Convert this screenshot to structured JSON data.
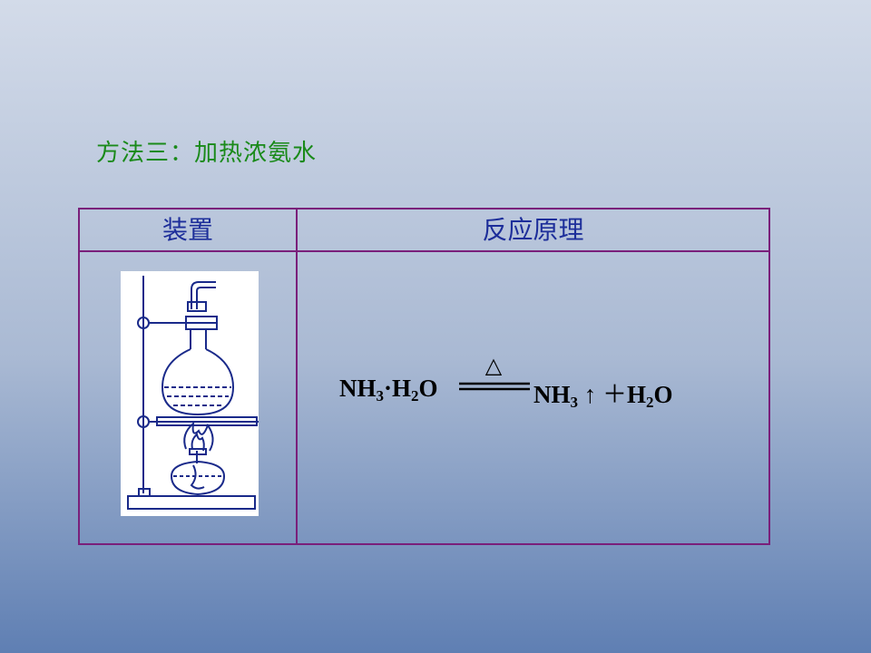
{
  "slide": {
    "title": "方法三：加热浓氨水"
  },
  "table": {
    "headers": {
      "apparatus": "装置",
      "principle": "反应原理"
    },
    "equation": {
      "reactant_nh": "NH",
      "reactant_nh_sub": "3",
      "reactant_dot_h": "·H",
      "reactant_h_sub": "2",
      "reactant_o": "O",
      "condition": "△",
      "product_nh": "NH",
      "product_nh_sub": "3",
      "gas_arrow": "↑",
      "plus": "＋",
      "product_h": "H",
      "product_h_sub": "2",
      "product_o": "O"
    }
  },
  "colors": {
    "title": "#1a8a1a",
    "header_text": "#1d2e9a",
    "table_border": "#7a1f7a",
    "apparatus_line": "#1a2a8a"
  }
}
